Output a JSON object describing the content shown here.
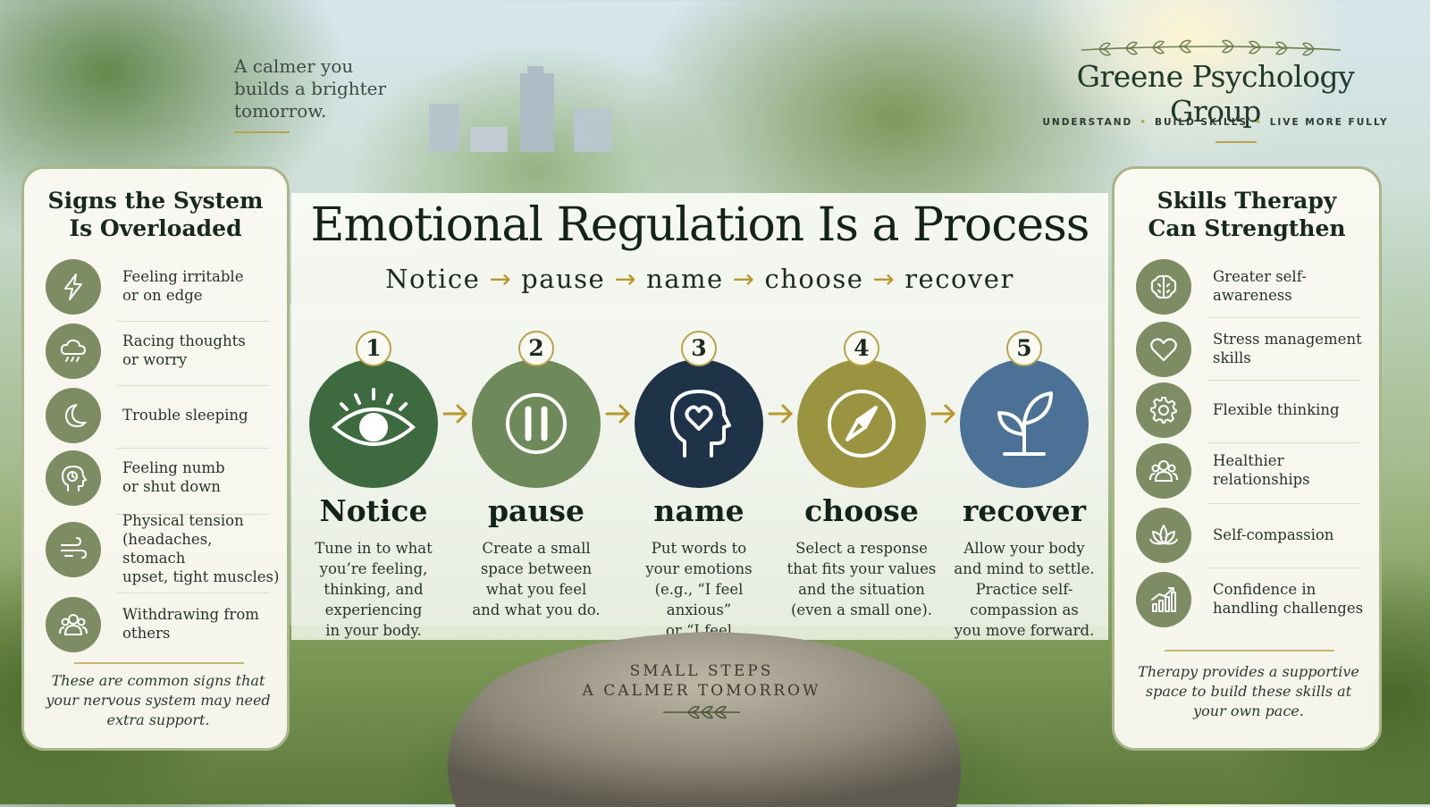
{
  "tagline": {
    "line1": "A calmer you",
    "line2": "builds a brighter",
    "line3": "tomorrow."
  },
  "brand": {
    "name": "Greene Psychology Group",
    "tags": [
      "UNDERSTAND",
      "BUILD SKILLS",
      "LIVE MORE FULLY"
    ]
  },
  "main": {
    "title": "Emotional Regulation Is a Process",
    "steps_line": [
      "Notice",
      "pause",
      "name",
      "choose",
      "recover"
    ]
  },
  "stages": [
    {
      "number": "1",
      "name": "Notice",
      "icon": "eye-icon",
      "color": "#3d6b3f",
      "desc": "Tune in to what\nyou’re feeling,\nthinking, and\nexperiencing\nin your body."
    },
    {
      "number": "2",
      "name": "pause",
      "icon": "pause-icon",
      "color": "#6f8a5a",
      "desc": "Create a small\nspace between\nwhat you feel\nand what you do."
    },
    {
      "number": "3",
      "name": "name",
      "icon": "head-heart-icon",
      "color": "#1f3348",
      "desc": "Put words to\nyour emotions\n(e.g., “I feel anxious”\nor “I feel frustrated”)."
    },
    {
      "number": "4",
      "name": "choose",
      "icon": "compass-icon",
      "color": "#9a9440",
      "desc": "Select a response\nthat fits your values\nand the situation\n(even a small one)."
    },
    {
      "number": "5",
      "name": "recover",
      "icon": "sprout-icon",
      "color": "#4b7196",
      "desc": "Allow your body\nand mind to settle.\nPractice self-\ncompassion as\nyou move forward."
    }
  ],
  "left_card": {
    "title_line1": "Signs the System",
    "title_line2": "Is Overloaded",
    "items": [
      {
        "icon": "lightning-icon",
        "label": "Feeling irritable\nor on edge"
      },
      {
        "icon": "storm-cloud-icon",
        "label": "Racing thoughts\nor worry"
      },
      {
        "icon": "moon-icon",
        "label": "Trouble sleeping"
      },
      {
        "icon": "head-clock-icon",
        "label": "Feeling numb\nor shut down"
      },
      {
        "icon": "wind-icon",
        "label": "Physical tension\n(headaches, stomach\nupset, tight muscles)"
      },
      {
        "icon": "people-icon",
        "label": "Withdrawing from\nothers"
      }
    ],
    "footer": "These are common signs that your nervous system may need extra support."
  },
  "right_card": {
    "title_line1": "Skills Therapy",
    "title_line2": "Can Strengthen",
    "items": [
      {
        "icon": "brain-icon",
        "label": "Greater self-awareness"
      },
      {
        "icon": "heart-icon",
        "label": "Stress management\nskills"
      },
      {
        "icon": "gear-icon",
        "label": "Flexible thinking"
      },
      {
        "icon": "group-icon",
        "label": "Healthier relationships"
      },
      {
        "icon": "lotus-icon",
        "label": "Self-compassion"
      },
      {
        "icon": "growth-chart-icon",
        "label": "Confidence in\nhandling challenges"
      }
    ],
    "footer": "Therapy provides a supportive space to build these skills at your own pace."
  },
  "rock": {
    "line1": "SMALL STEPS",
    "line2": "A CALMER TOMORROW"
  },
  "colors": {
    "accent_gold": "#b8a24a",
    "icon_circle": "#7d8c62",
    "card_border": "#a9b68a"
  }
}
